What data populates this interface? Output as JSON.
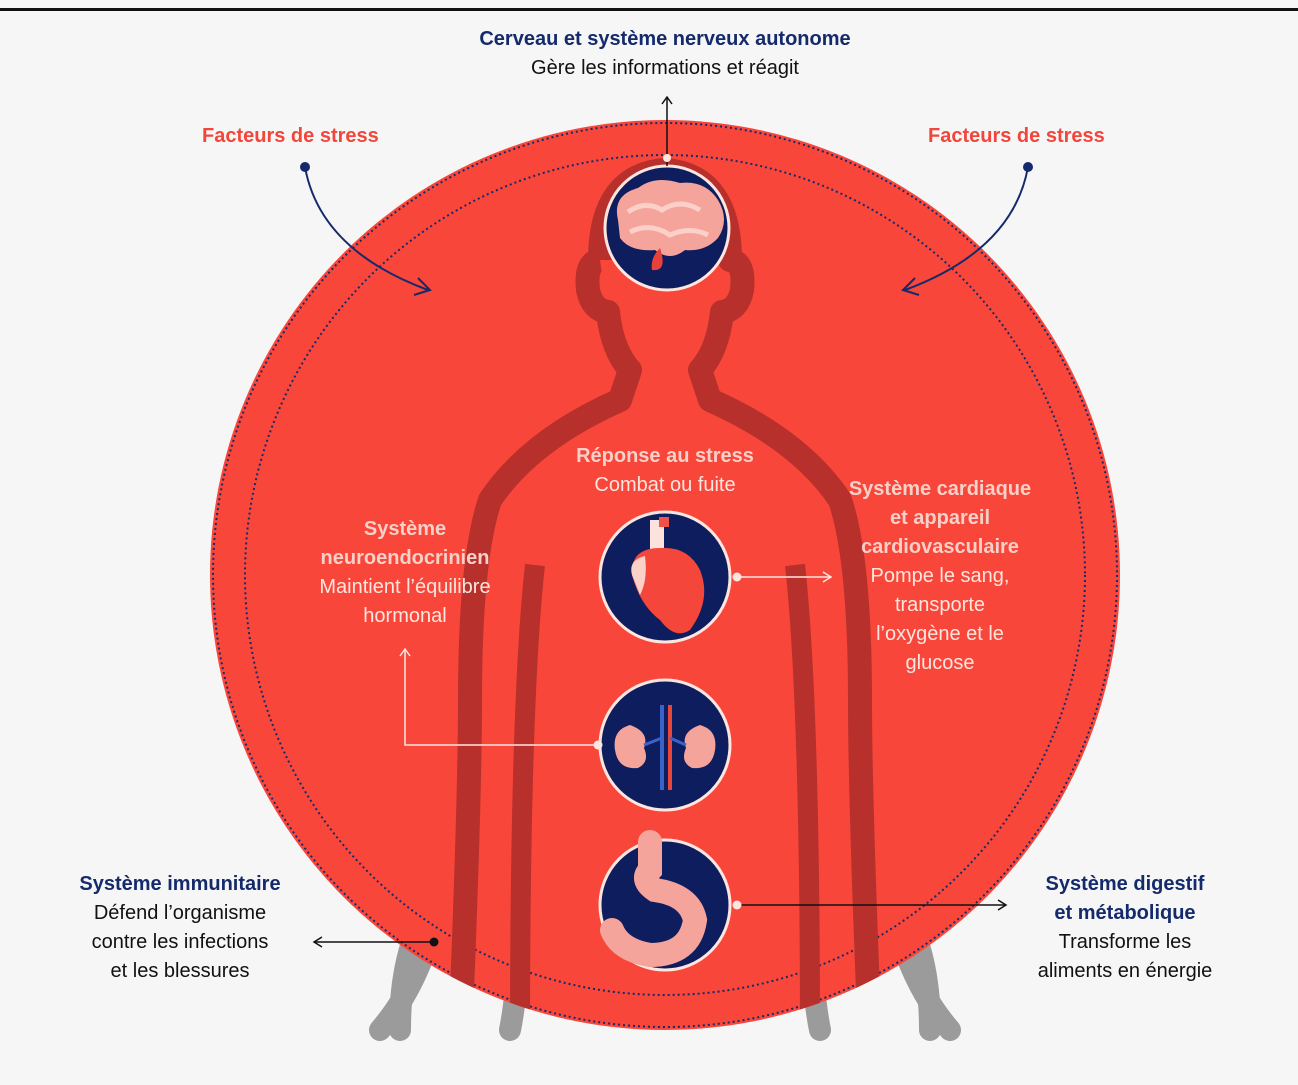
{
  "brain": {
    "title": "Cerveau et système nerveux autonome",
    "desc": "Gère les informations et réagit"
  },
  "stressors": {
    "left": "Facteurs de stress",
    "right": "Facteurs de stress"
  },
  "stress_response": {
    "title": "Réponse au stress",
    "desc": "Combat ou fuite"
  },
  "neuroendocrine": {
    "title_line1": "Système",
    "title_line2": "neuroendocrinien",
    "desc_line1": "Maintient l’équilibre",
    "desc_line2": "hormonal"
  },
  "cardiac": {
    "title_line1": "Système cardiaque",
    "title_line2": "et appareil",
    "title_line3": "cardiovasculaire",
    "desc_line1": "Pompe le sang,",
    "desc_line2": "transporte",
    "desc_line3": "l’oxygène et le",
    "desc_line4": "glucose"
  },
  "immune": {
    "title": "Système immunitaire",
    "desc_line1": "Défend l’organisme",
    "desc_line2": "contre les infections",
    "desc_line3": "et les blessures"
  },
  "digestive": {
    "title_line1": "Système digestif",
    "title_line2": "et métabolique",
    "desc_line1": "Transforme les",
    "desc_line2": "aliments en énergie"
  },
  "colors": {
    "circle": "#f8463a",
    "navy": "#0e1d5e",
    "body_outline": "#b7302c",
    "arms": "#9b9b9b",
    "background": "#f6f6f6"
  }
}
